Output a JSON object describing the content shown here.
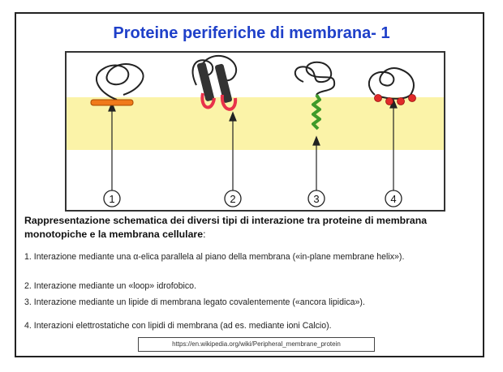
{
  "slide": {
    "title": "Proteine periferiche di membrana- 1",
    "figure_labels": [
      "1",
      "2",
      "3",
      "4"
    ],
    "caption_bold": "Rappresentazione schematica dei diversi tipi di interazione tra proteine di membrana monotopiche e la membrana cellulare",
    "caption_colon": ":",
    "items": [
      "1. Interazione mediante una α-elica parallela al piano della membrana («in-plane membrane helix»).",
      "2. Interazione mediante un «loop» idrofobico.",
      "3. Interazione mediante un lipide di membrana legato covalentemente («ancora lipidica»).",
      "4. Interazioni elettrostatiche con lipidi di membrana (ad es. mediante ioni Calcio)."
    ],
    "source_url": "https://en.wikipedia.org/wiki/Peripheral_membrane_protein"
  },
  "colors": {
    "title": "#1f40c9",
    "membrane": "#fbf3a8",
    "helix": "#f07a1a",
    "loop": "#e8324a",
    "anchor": "#3f9a2a",
    "ions": "#e02a2a"
  }
}
